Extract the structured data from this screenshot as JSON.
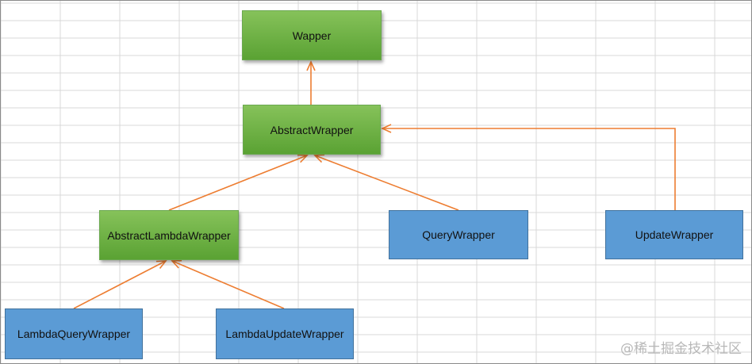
{
  "nodes": {
    "wapper": "Wapper",
    "abstract_wrapper": "AbstractWrapper",
    "abstract_lambda_wrapper": "AbstractLambdaWrapper",
    "query_wrapper": "QueryWrapper",
    "update_wrapper": "UpdateWrapper",
    "lambda_query_wrapper": "LambdaQueryWrapper",
    "lambda_update_wrapper": "LambdaUpdateWrapper"
  },
  "edges": [
    {
      "from": "AbstractWrapper",
      "to": "Wapper"
    },
    {
      "from": "AbstractLambdaWrapper",
      "to": "AbstractWrapper"
    },
    {
      "from": "QueryWrapper",
      "to": "AbstractWrapper"
    },
    {
      "from": "UpdateWrapper",
      "to": "AbstractWrapper"
    },
    {
      "from": "LambdaQueryWrapper",
      "to": "AbstractLambdaWrapper"
    },
    {
      "from": "LambdaUpdateWrapper",
      "to": "AbstractLambdaWrapper"
    }
  ],
  "colors": {
    "base_class_fill": "#70b244",
    "subclass_fill": "#5b9bd5",
    "arrow": "#ed7d31",
    "grid": "#d9d9d9"
  },
  "watermark": "@稀土掘金技术社区"
}
